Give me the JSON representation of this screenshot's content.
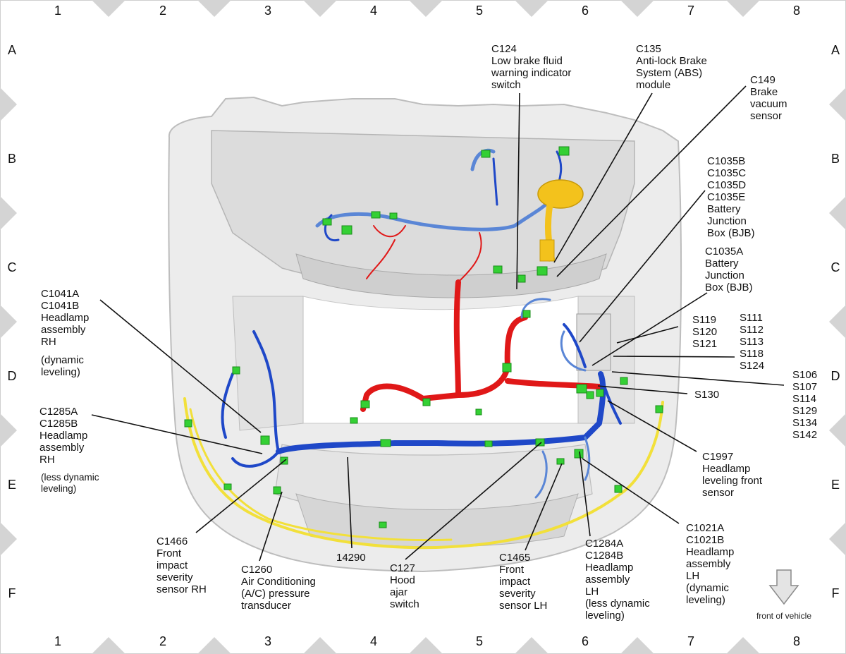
{
  "grid": {
    "columns": [
      "1",
      "2",
      "3",
      "4",
      "5",
      "6",
      "7",
      "8"
    ],
    "rows": [
      "A",
      "B",
      "C",
      "D",
      "E",
      "F"
    ]
  },
  "callouts": {
    "c124": [
      "C124",
      "Low brake fluid",
      "warning indicator",
      "switch"
    ],
    "c135": [
      "C135",
      "Anti-lock Brake",
      "System (ABS)",
      "module"
    ],
    "c149": [
      "C149",
      "Brake",
      "vacuum",
      "sensor"
    ],
    "c1035b": [
      "C1035B",
      "C1035C",
      "C1035D",
      "C1035E",
      "Battery",
      "Junction",
      "Box (BJB)"
    ],
    "c1035a": [
      "C1035A",
      "Battery",
      "Junction",
      "Box (BJB)"
    ],
    "s119": [
      "S119",
      "S120",
      "S121"
    ],
    "s111": [
      "S111",
      "S112",
      "S113",
      "S118",
      "S124"
    ],
    "s106": [
      "S106",
      "S107",
      "S114",
      "S129",
      "S134",
      "S142"
    ],
    "s130": [
      "S130"
    ],
    "c1997": [
      "C1997",
      "Headlamp",
      "leveling front",
      "sensor"
    ],
    "c1021": [
      "C1021A",
      "C1021B",
      "Headlamp",
      "assembly",
      "LH",
      "(dynamic",
      "leveling)"
    ],
    "c1284": [
      "C1284A",
      "C1284B",
      "Headlamp",
      "assembly",
      "LH",
      "(less dynamic",
      "leveling)"
    ],
    "c1465": [
      "C1465",
      "Front",
      "impact",
      "severity",
      "sensor LH"
    ],
    "c127": [
      "C127",
      "Hood",
      "ajar",
      "switch"
    ],
    "h14290": [
      "14290"
    ],
    "c1260": [
      "C1260",
      "Air Conditioning",
      "(A/C) pressure",
      "transducer"
    ],
    "c1466": [
      "C1466",
      "Front",
      "impact",
      "severity",
      "sensor RH"
    ],
    "c1285": [
      "C1285A",
      "C1285B",
      "Headlamp",
      "assembly",
      "RH"
    ],
    "c1285_note": [
      "(less dynamic",
      "leveling)"
    ],
    "c1041": [
      "C1041A",
      "C1041B",
      "Headlamp",
      "assembly",
      "RH"
    ],
    "c1041_note": [
      "(dynamic",
      "leveling)"
    ]
  },
  "direction_label": "front of vehicle",
  "colors": {
    "harness_main": "#e01818",
    "harness_blue": "#1f48c8",
    "harness_light_blue": "#5a86d6",
    "harness_yellow": "#f2e03a",
    "connector": "#34d034",
    "reservoir": "#f3c21c",
    "body": "#e6e6e6",
    "body_edge": "#bdbdbd",
    "grid_tab": "#d4d4d4"
  }
}
